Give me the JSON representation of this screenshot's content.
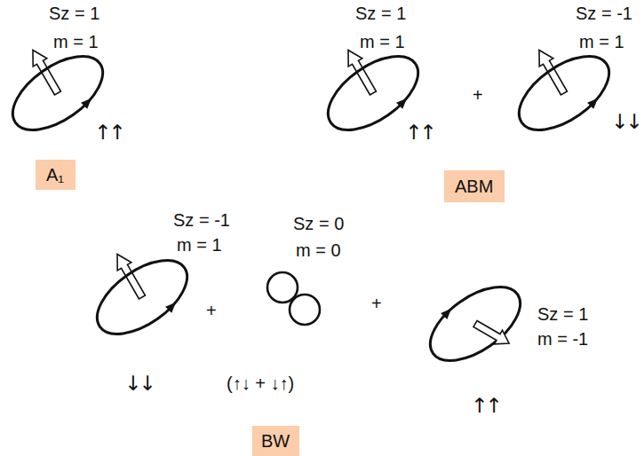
{
  "diagram": {
    "nodes": [
      {
        "text": [
          "A₁"
        ]
      },
      {
        "text": [
          "ABM"
        ]
      },
      {
        "text": [
          "BW"
        ]
      }
    ],
    "labels": [
      "Sz = 1",
      "m = 1",
      "↑↑",
      "Sz = 1",
      "m = 1",
      "↑↑",
      "+",
      "Sz = -1",
      "m = 1",
      "↓↓",
      "Sz = -1",
      "m = 1",
      "↓↓",
      "+",
      "Sz = 0",
      "m = 0",
      "(↑↓ + ↓↑)",
      "+",
      "Sz = 1",
      "m = -1",
      "↑↑"
    ]
  }
}
